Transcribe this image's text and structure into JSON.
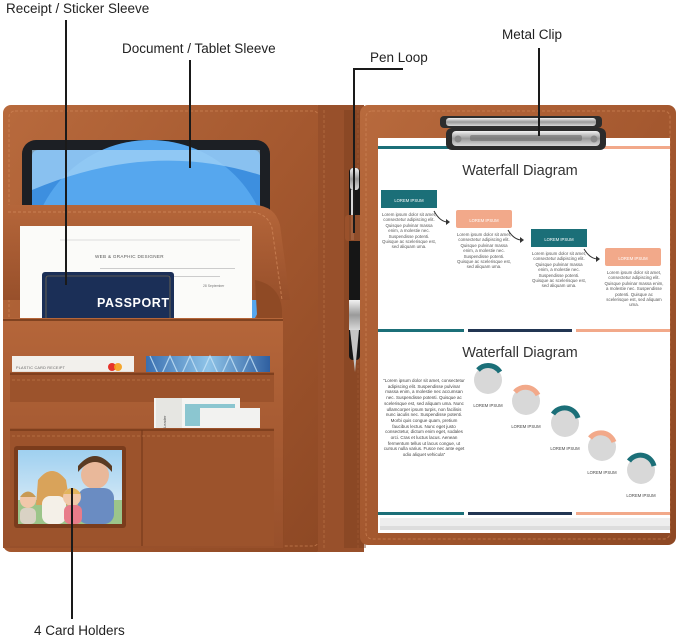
{
  "callouts": {
    "receipt_sleeve": "Receipt / Sticker Sleeve",
    "document_sleeve": "Document / Tablet Sleeve",
    "pen_loop": "Pen Loop",
    "metal_clip": "Metal Clip",
    "card_holders": "4 Card Holders"
  },
  "passport": {
    "label": "PASSPORT"
  },
  "cards": {
    "plastic_card": "PLASTIC CARD RECEIPT",
    "loyalty_card": "Leader"
  },
  "resume": {
    "heading": "WEB & GRAPHIC DESIGNER",
    "note": "28 September"
  },
  "pad_top": {
    "title": "Waterfall Diagram",
    "steps": [
      {
        "label": "LOREM IPSUM",
        "text": "Lorem ipsum dolor sit amet, consectetur adipiscing elit. Quisque pulvinar massa enim, a molestie nec. Suspendisse potenti. Quisque ac scelerisque est, sed aliquam uma."
      },
      {
        "label": "LOREM IPSUM",
        "text": "Lorem ipsum dolor sit amet, consectetur adipiscing elit. Quisque pulvinar massa enim, a molestie nec. Suspendisse potenti. Quisque ac scelerisque est, sed aliquam uma."
      },
      {
        "label": "LOREM IPSUM",
        "text": "Lorem ipsum dolor sit amet, consectetur adipiscing elit. Quisque pulvinar massa enim, a molestie nec. Suspendisse potenti. Quisque ac scelerisque est, sed aliquam uma."
      },
      {
        "label": "LOREM IPSUM",
        "text": "Lorem ipsum dolor sit amet, consectetur adipiscing elit. Quisque pulvinar massa enim, a molestie nec. Suspendisse potenti. Quisque ac scelerisque est, sed aliquam uma."
      }
    ]
  },
  "pad_bottom": {
    "title": "Waterfall Diagram",
    "quote": "\"Lorem ipsum dolor sit amet, consectetur adipiscing elit. Suspendisse pulvinar massa enim, a molestie nec accumsan nec. Suspendisse potenti. Quisque ac scelerisque est, sed aliquam uma. Nunc ullamcorper ipsum turpis, non facilisis nunc iaculis nec. Suspendisse potenti. Morbi quis congue quam, pretium faucibus lectus. Nunc eget justo consectetur, dictum enim eget, sodales orci. Cras et luctus lacus. Aenean fermentum tellus ut lacus congue, ut cursus nulla varius. Fusce nec ante eget odio aliquet vehicula\"",
    "steps": [
      "LOREM IPSUM",
      "LOREM IPSUM",
      "LOREM IPSUM",
      "LOREM IPSUM",
      "LOREM IPSUM"
    ]
  },
  "colors": {
    "leather": "#a4582f",
    "leather_dark": "#7d3f1f",
    "leather_light": "#b9693c",
    "teal": "#1b6f78",
    "salmon": "#f2a98a",
    "navy": "#213552",
    "tablet_blue": "#3d8fdf"
  }
}
